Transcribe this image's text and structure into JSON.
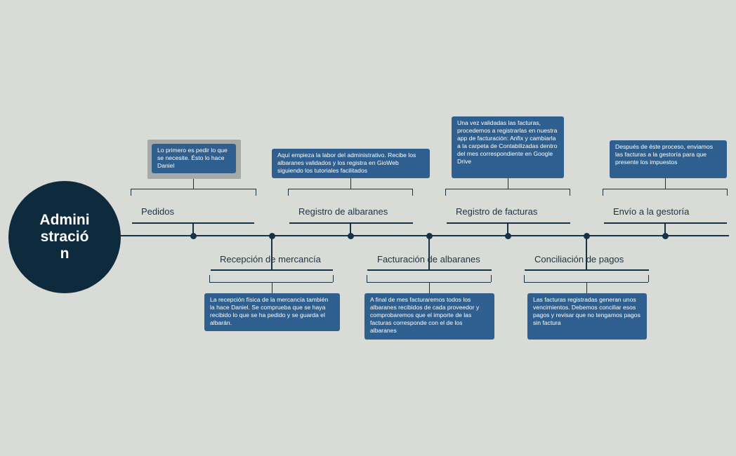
{
  "root": {
    "label": "Administración"
  },
  "branches": [
    {
      "id": "pedidos",
      "title": "Pedidos",
      "note": "Lo primero es pedir lo que se necesite. Ésto lo hace Daniel"
    },
    {
      "id": "recepcion",
      "title": "Recepción de mercancía",
      "note": "La recepción física de la mercancía también la hace Daniel. Se comprueba que se haya recibido lo que se ha pedido y se guarda el albarán."
    },
    {
      "id": "registro-albaranes",
      "title": "Registro de albaranes",
      "note": "Aquí empieza la labor del administrativo. Recibe los albaranes validados y los registra en GioWeb siguiendo los tutoriales facilitados"
    },
    {
      "id": "facturacion",
      "title": "Facturación de albaranes",
      "note": "A final de mes facturaremos todos los albaranes recibidos de cada proveedor y comprobaremos que el importe de las facturas corresponde con el de los albaranes"
    },
    {
      "id": "registro-facturas",
      "title": "Registro de facturas",
      "note": "Una vez validadas las facturas, procedemos a registrarlas en nuestra app de facturación: Anfix y cambiarla a la carpeta de Contabilizadas dentro del mes correspondiente en Google Drive"
    },
    {
      "id": "conciliacion",
      "title": "Conciliación de pagos",
      "note": "Las facturas registradas generan unos vencimientos. Debemos conciliar esos pagos y revisar que no tengamos pagos sin factura"
    },
    {
      "id": "envio",
      "title": "Envío a la gestoría",
      "note": "Después de éste proceso, enviamos las facturas a la gestoría para que presente los impuestos"
    }
  ]
}
